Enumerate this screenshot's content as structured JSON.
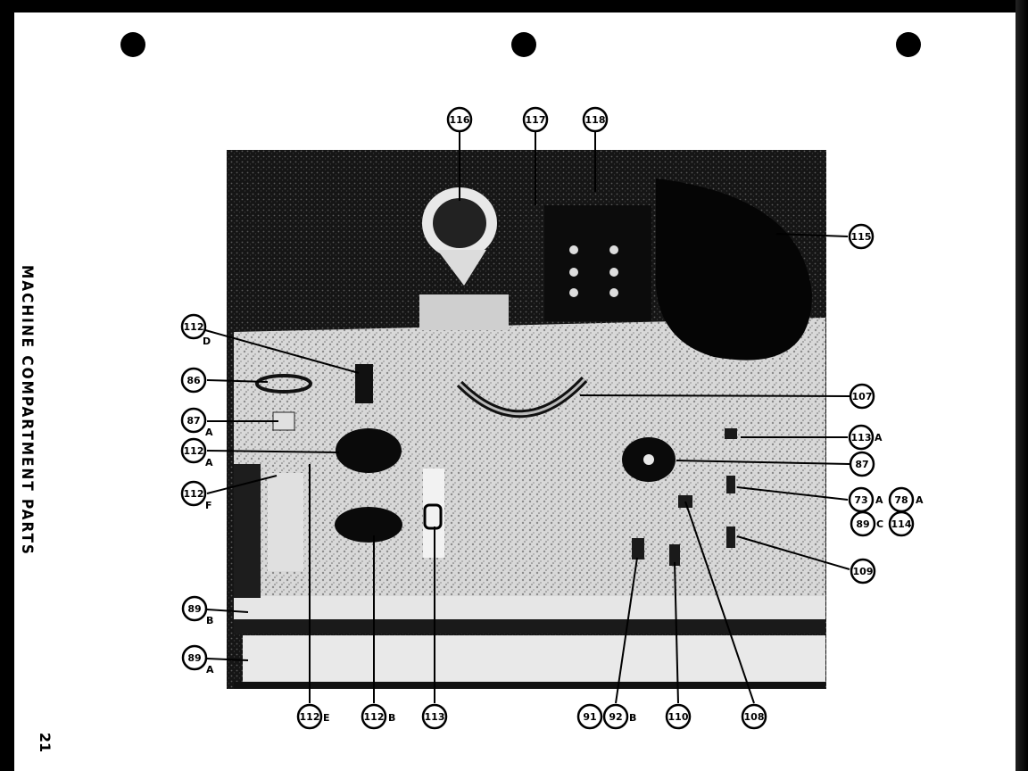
{
  "page": {
    "title": "MACHINE COMPARTMENT PARTS",
    "page_number": "21"
  },
  "callouts": [
    {
      "id": "c116",
      "num": "116",
      "suffix": ""
    },
    {
      "id": "c117",
      "num": "117",
      "suffix": ""
    },
    {
      "id": "c118",
      "num": "118",
      "suffix": ""
    },
    {
      "id": "c115",
      "num": "115",
      "suffix": ""
    },
    {
      "id": "c112d",
      "num": "112",
      "suffix": "D"
    },
    {
      "id": "c86",
      "num": "86",
      "suffix": ""
    },
    {
      "id": "c87a",
      "num": "87",
      "suffix": "A"
    },
    {
      "id": "c112a",
      "num": "112",
      "suffix": "A"
    },
    {
      "id": "c112f",
      "num": "112",
      "suffix": "F"
    },
    {
      "id": "c107",
      "num": "107",
      "suffix": ""
    },
    {
      "id": "c113a",
      "num": "113",
      "suffix": "A"
    },
    {
      "id": "c87",
      "num": "87",
      "suffix": ""
    },
    {
      "id": "c73a",
      "num": "73",
      "suffix": "A"
    },
    {
      "id": "c78a",
      "num": "78",
      "suffix": "A"
    },
    {
      "id": "c89c",
      "num": "89",
      "suffix": "C"
    },
    {
      "id": "c114",
      "num": "114",
      "suffix": ""
    },
    {
      "id": "c109",
      "num": "109",
      "suffix": ""
    },
    {
      "id": "c89b",
      "num": "89",
      "suffix": "B"
    },
    {
      "id": "c89a",
      "num": "89",
      "suffix": "A"
    },
    {
      "id": "c112e",
      "num": "112",
      "suffix": "E"
    },
    {
      "id": "c112b",
      "num": "112",
      "suffix": "B"
    },
    {
      "id": "c113",
      "num": "113",
      "suffix": ""
    },
    {
      "id": "c91",
      "num": "91",
      "suffix": ""
    },
    {
      "id": "c92b",
      "num": "92",
      "suffix": "B"
    },
    {
      "id": "c110",
      "num": "110",
      "suffix": ""
    },
    {
      "id": "c108",
      "num": "108",
      "suffix": ""
    }
  ]
}
